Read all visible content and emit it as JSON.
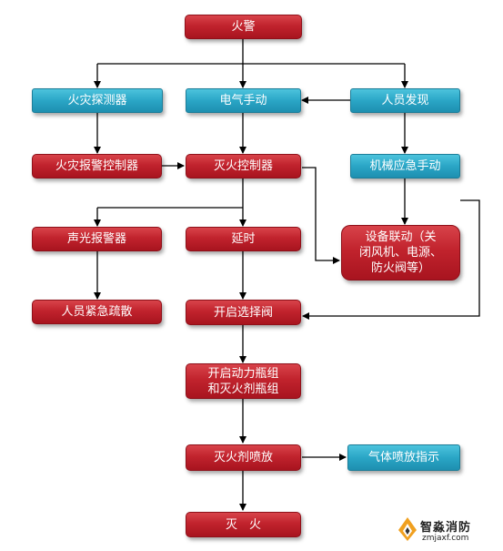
{
  "nodes": {
    "fire_alarm": "火警",
    "fire_detector": "火灾探测器",
    "electric_manual": "电气手动",
    "person_discovery": "人员发现",
    "fire_alarm_controller": "火灾报警控制器",
    "extinguishing_controller": "灭火控制器",
    "mechanical_emergency_manual": "机械应急手动",
    "sound_light_alarm": "声光报警器",
    "delay": "延时",
    "equipment_linkage_line1": "设备联动（关",
    "equipment_linkage_line2": "闭风机、电源、",
    "equipment_linkage_line3": "防火阀等）",
    "personnel_evacuation": "人员紧急疏散",
    "open_selector_valve": "开启选择阀",
    "open_bottles_line1": "开启动力瓶组",
    "open_bottles_line2": "和灭火剂瓶组",
    "agent_discharge": "灭火剂喷放",
    "gas_discharge_indicator": "气体喷放指示",
    "extinguish": "灭　火"
  },
  "logo": {
    "title": "智淼消防",
    "url": "zmjaxf.com"
  },
  "colors": {
    "red_box": "#c1232d",
    "blue_box": "#2aa6c6",
    "connector": "#000000"
  }
}
